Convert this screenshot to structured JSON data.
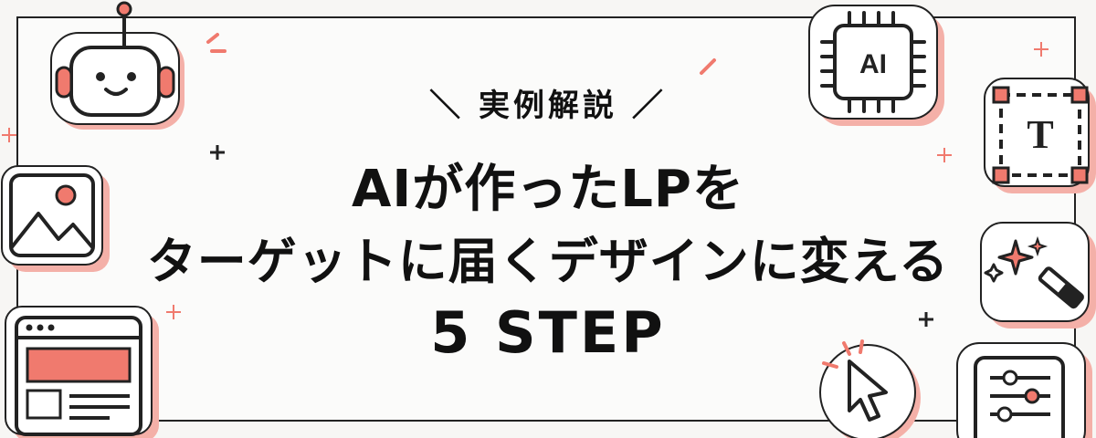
{
  "kicker": "＼ 実例解説 ／",
  "title": {
    "line1": "AIが作ったLPを",
    "line2": "ターゲットに届くデザインに変える",
    "line3": "5 STEP"
  },
  "icons": {
    "robot": "robot-icon",
    "ai_chip": "ai-chip-icon",
    "chip_label": "AI",
    "image": "image-icon",
    "text_tool": "text-tool-icon",
    "text_label": "T",
    "magic_wand": "magic-wand-icon",
    "browser": "browser-window-icon",
    "cursor": "cursor-icon",
    "settings": "settings-sliders-icon"
  },
  "colors": {
    "accent": "#f07a6e",
    "ink": "#222222"
  }
}
